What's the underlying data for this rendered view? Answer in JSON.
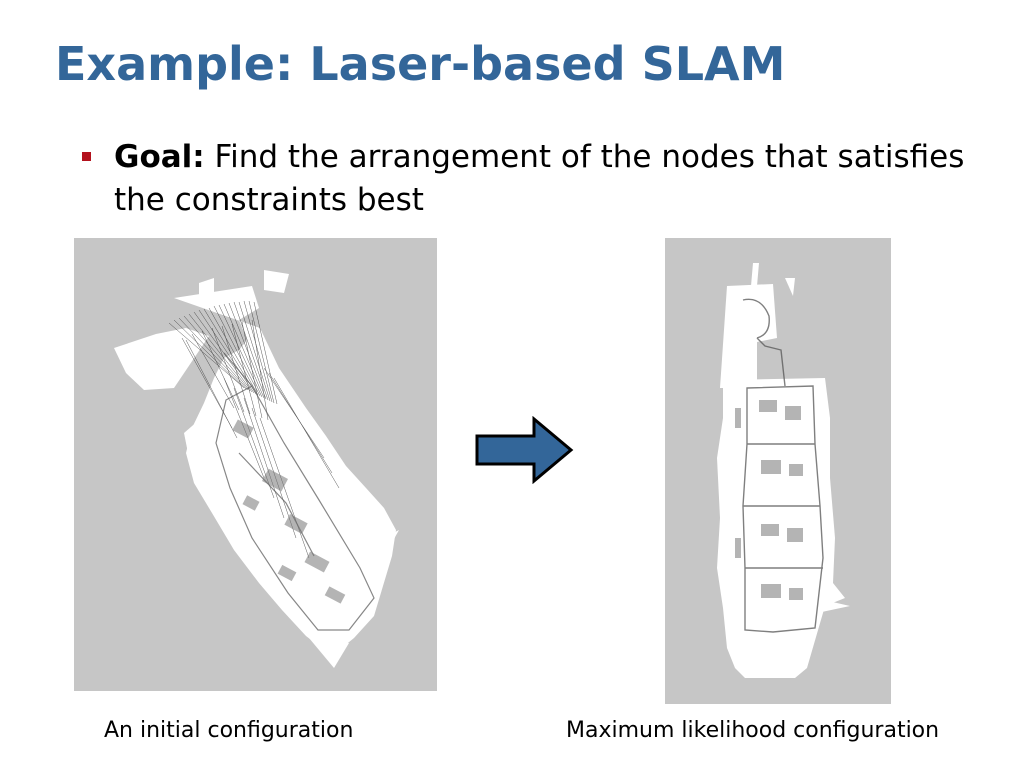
{
  "slide": {
    "title": "Example: Laser-based SLAM",
    "bullet": {
      "label": "Goal:",
      "text": " Find the arrangement of the nodes that satisfies the constraints best"
    }
  },
  "figures": {
    "initial": {
      "caption": "An initial configuration"
    },
    "final": {
      "caption": "Maximum likelihood configuration"
    }
  },
  "colors": {
    "title": "#336699",
    "bullet_marker": "#b3121d",
    "arrow_fill": "#336699",
    "panel_background": "#c6c6c6"
  }
}
